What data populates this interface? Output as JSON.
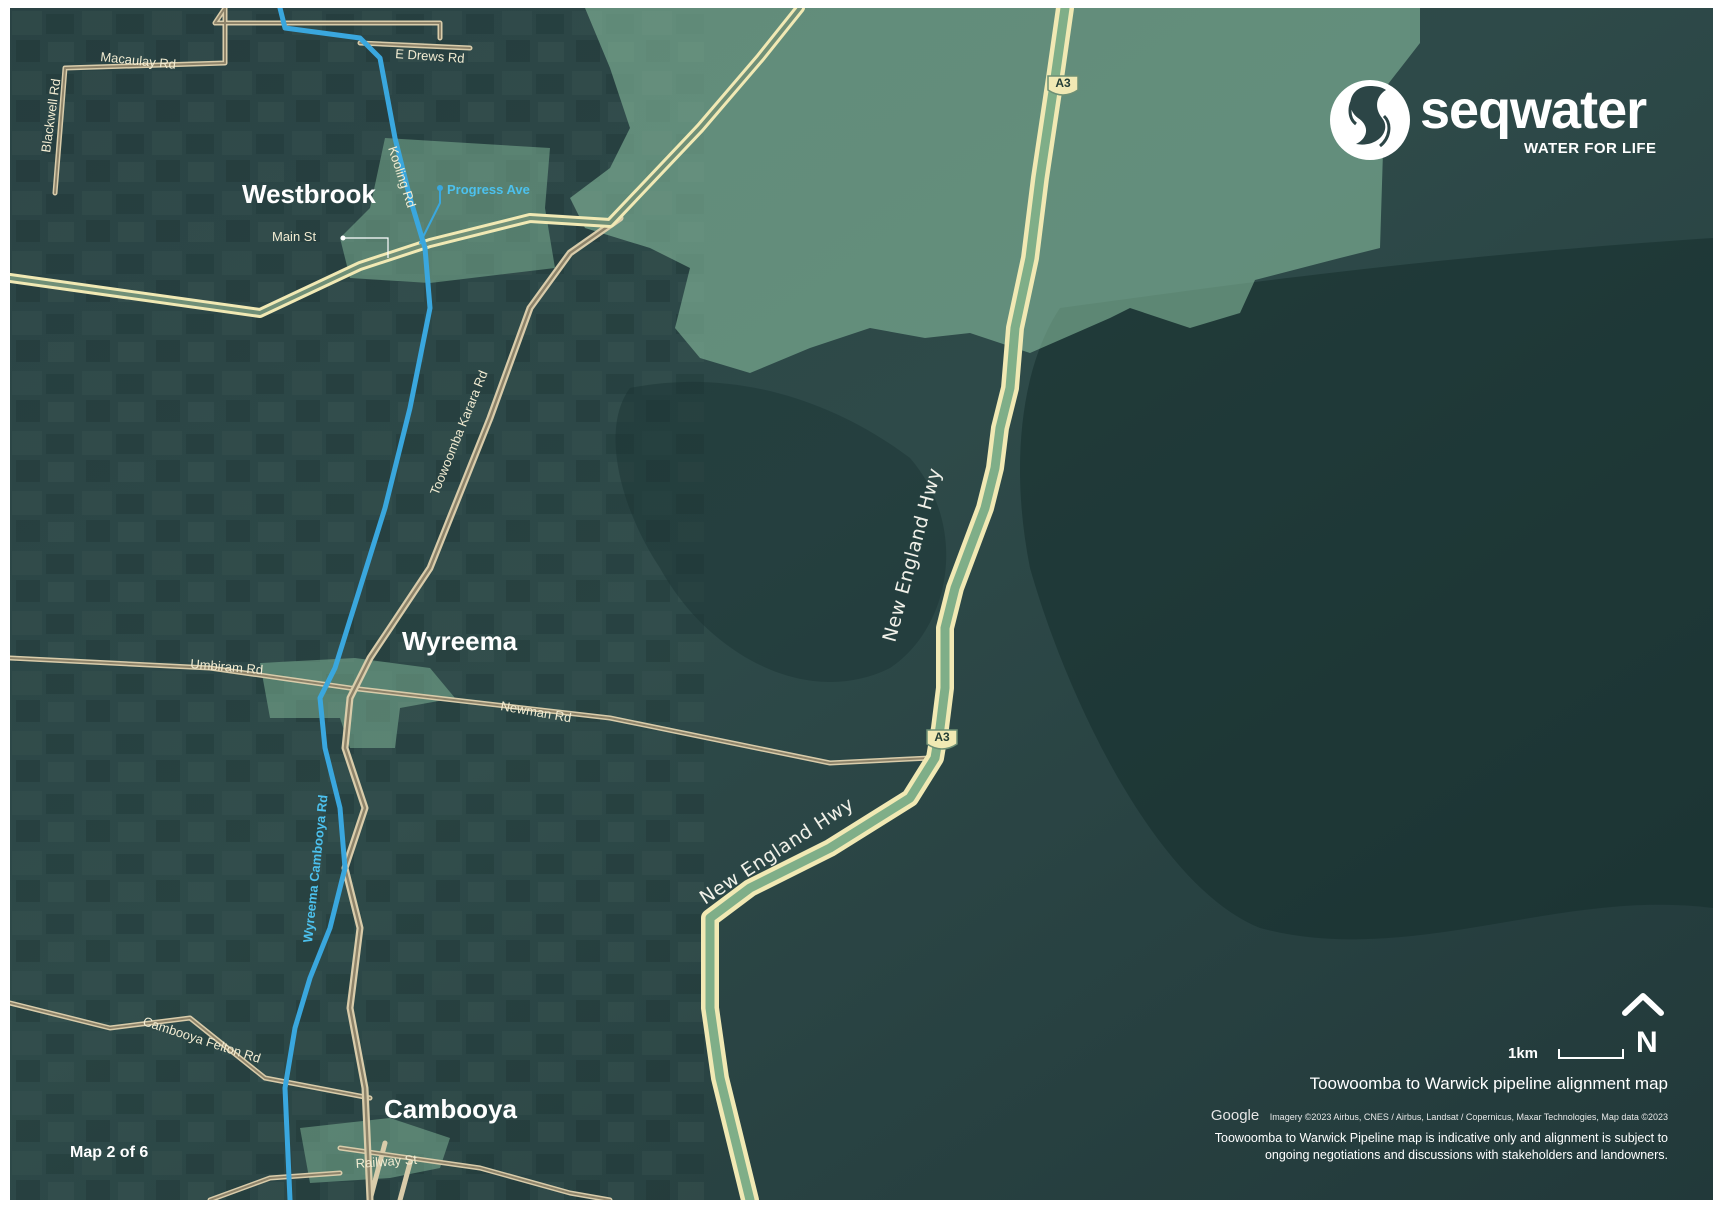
{
  "brand": {
    "name": "seqwater",
    "tagline": "WATER FOR LIFE"
  },
  "towns": {
    "westbrook": "Westbrook",
    "wyreema": "Wyreema",
    "cambooya": "Cambooya"
  },
  "roads": {
    "e_drews": "E Drews Rd",
    "macaulay": "Macaulay Rd",
    "blackwell": "Blackwell Rd",
    "kooling": "Kooling Rd",
    "progress": "Progress Ave",
    "main_st": "Main St",
    "toowoomba_karara": "Toowoomba Karara Rd",
    "umbiram": "Umbiram Rd",
    "newman": "Newman Rd",
    "wyreema_cambooya": "Wyreema Cambooya Rd",
    "cambooya_felton": "Cambooya Felton Rd",
    "railway": "Railway St",
    "new_england_upper": "New England Hwy",
    "new_england_lower": "New England Hwy"
  },
  "highway_shields": {
    "upper": "A3",
    "lower": "A3"
  },
  "scale": {
    "label": "1km"
  },
  "north": {
    "label": "N"
  },
  "map_title": "Toowoomba to Warwick pipeline alignment map",
  "google": "Google",
  "imagery_credit": "Imagery ©2023 Airbus, CNES / Airbus, Landsat / Copernicus, Maxar Technologies, Map data ©2023",
  "disclaimer": {
    "line1": "Toowoomba to Warwick Pipeline map is indicative only and alignment is subject to",
    "line2": "ongoing negotiations and discussions with stakeholders and landowners."
  },
  "map_page": "Map 2 of 6",
  "colors": {
    "pipeline": "#3aa7de",
    "urban_overlay": "#8fc7a5",
    "highway": "#f1e9b4",
    "road": "#e6dcc0"
  }
}
